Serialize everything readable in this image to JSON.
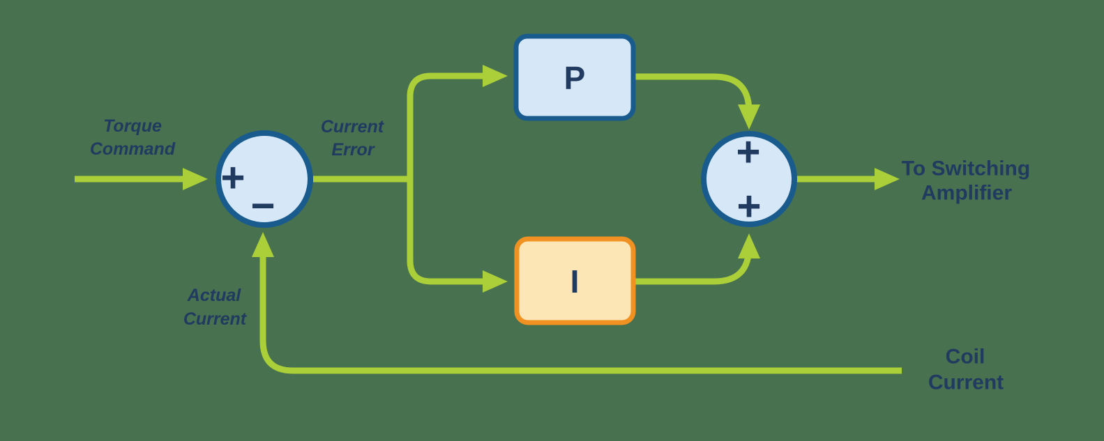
{
  "colors": {
    "background": "#48714F",
    "signal_line_green": "#ABCF38",
    "junction_fill_blue": "#D6E8F7",
    "junction_border_blue": "#1A5B8D",
    "p_block_fill": "#D6E8F7",
    "p_block_border": "#1A5B8D",
    "i_block_fill": "#FDE6B6",
    "i_block_border": "#F09122",
    "label_navy": "#203A60"
  },
  "labels": {
    "torque_command": {
      "line1": "Torque",
      "line2": "Command"
    },
    "current_error": {
      "line1": "Current",
      "line2": "Error"
    },
    "actual_current": {
      "line1": "Actual",
      "line2": "Current"
    },
    "to_switching_amplifier": {
      "line1": "To Switching",
      "line2": "Amplifier"
    },
    "coil_current": {
      "line1": "Coil",
      "line2": "Current"
    }
  },
  "blocks": {
    "proportional": {
      "label": "P"
    },
    "integral": {
      "label": "I"
    }
  },
  "junctions": {
    "error_junction": {
      "left_sign": "+",
      "bottom_sign": "−"
    },
    "output_junction": {
      "top_sign": "+",
      "bottom_sign": "+"
    }
  }
}
